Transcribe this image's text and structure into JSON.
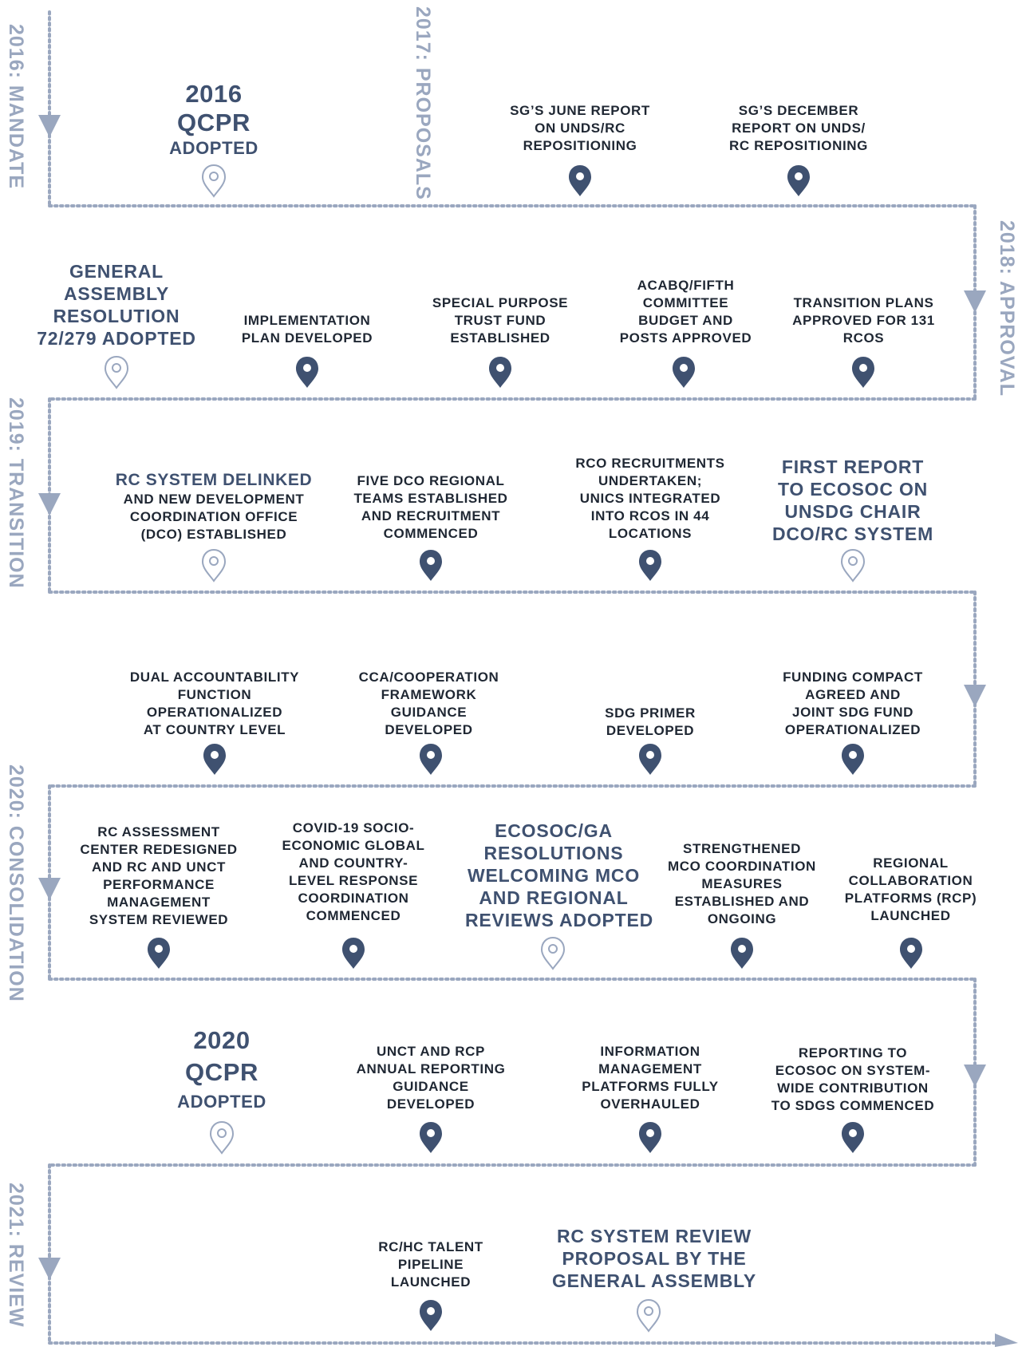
{
  "phases": {
    "mandate": "2016: MANDATE",
    "proposals": "2017: PROPOSALS",
    "approval": "2018: APPROVAL",
    "transition": "2019: TRANSITION",
    "consolidation": "2020: CONSOLIDATION",
    "review": "2021: REVIEW"
  },
  "row1": {
    "qcpr2016": {
      "year": "2016",
      "title": "QCPR",
      "status": "ADOPTED"
    },
    "june_report": [
      "SG’S JUNE REPORT",
      "ON UNDS/RC",
      "REPOSITIONING"
    ],
    "dec_report": [
      "SG’S DECEMBER",
      "REPORT ON UNDS/",
      "RC REPOSITIONING"
    ]
  },
  "row2": {
    "ga_resolution": [
      "GENERAL",
      "ASSEMBLY",
      "RESOLUTION",
      "72/279 ADOPTED"
    ],
    "impl_plan": [
      "IMPLEMENTATION",
      "PLAN DEVELOPED"
    ],
    "trust_fund": [
      "SPECIAL PURPOSE",
      "TRUST FUND",
      "ESTABLISHED"
    ],
    "acabq": [
      "ACABQ/FIFTH",
      "COMMITTEE",
      "BUDGET AND",
      "POSTS APPROVED"
    ],
    "transition_plans": [
      "TRANSITION PLANS",
      "APPROVED FOR 131",
      "RCOS"
    ]
  },
  "row3": {
    "delinked_title": "RC SYSTEM DELINKED",
    "delinked_sub": [
      "AND NEW DEVELOPMENT",
      "COORDINATION OFFICE",
      "(DCO) ESTABLISHED"
    ],
    "dco_teams": [
      "FIVE DCO REGIONAL",
      "TEAMS ESTABLISHED",
      "AND RECRUITMENT",
      "COMMENCED"
    ],
    "rco_recruit": [
      "RCO RECRUITMENTS",
      "UNDERTAKEN;",
      "UNICS INTEGRATED",
      "INTO RCOS IN 44",
      "LOCATIONS"
    ],
    "first_report": [
      "FIRST REPORT",
      "TO ECOSOC ON",
      "UNSDG CHAIR",
      "DCO/RC SYSTEM"
    ]
  },
  "row4": {
    "dual": [
      "DUAL ACCOUNTABILITY",
      "FUNCTION",
      "OPERATIONALIZED",
      "AT COUNTRY LEVEL"
    ],
    "cca": [
      "CCA/COOPERATION",
      "FRAMEWORK",
      "GUIDANCE",
      "DEVELOPED"
    ],
    "sdg_primer": [
      "SDG PRIMER",
      "DEVELOPED"
    ],
    "funding": [
      "FUNDING COMPACT",
      "AGREED AND",
      "JOINT SDG FUND",
      "OPERATIONALIZED"
    ]
  },
  "row5": {
    "rc_assessment": [
      "RC ASSESSMENT",
      "CENTER REDESIGNED",
      "AND RC AND UNCT",
      "PERFORMANCE",
      "MANAGEMENT",
      "SYSTEM REVIEWED"
    ],
    "covid": [
      "COVID-19 SOCIO-",
      "ECONOMIC GLOBAL",
      "AND COUNTRY-",
      "LEVEL RESPONSE",
      "COORDINATION",
      "COMMENCED"
    ],
    "ecosoc_ga": [
      "ECOSOC/GA",
      "RESOLUTIONS",
      "WELCOMING MCO",
      "AND REGIONAL",
      "REVIEWS ADOPTED"
    ],
    "mco": [
      "STRENGTHENED",
      "MCO COORDINATION",
      "MEASURES",
      "ESTABLISHED AND",
      "ONGOING"
    ],
    "rcp": [
      "REGIONAL",
      "COLLABORATION",
      "PLATFORMS (RCP)",
      "LAUNCHED"
    ]
  },
  "row6": {
    "qcpr2020": {
      "year": "2020",
      "title": "QCPR",
      "status": "ADOPTED"
    },
    "unct_rcp": [
      "UNCT AND RCP",
      "ANNUAL REPORTING",
      "GUIDANCE",
      "DEVELOPED"
    ],
    "info_mgmt": [
      "INFORMATION",
      "MANAGEMENT",
      "PLATFORMS FULLY",
      "OVERHAULED"
    ],
    "ecosoc_reporting": [
      "REPORTING TO",
      "ECOSOC ON  SYSTEM-",
      "WIDE CONTRIBUTION",
      "TO SDGS COMMENCED"
    ]
  },
  "row7": {
    "talent": [
      "RC/HC TALENT",
      "PIPELINE",
      "LAUNCHED"
    ],
    "review_proposal": [
      "RC SYSTEM REVIEW",
      "PROPOSAL BY THE",
      "GENERAL ASSEMBLY"
    ]
  },
  "colors": {
    "path": "#9aa7bf",
    "pin_filled": "#3f5170",
    "pin_outline": "#9aa7bf",
    "highlight_text": "#3f5170",
    "body_text": "#1f2733"
  }
}
